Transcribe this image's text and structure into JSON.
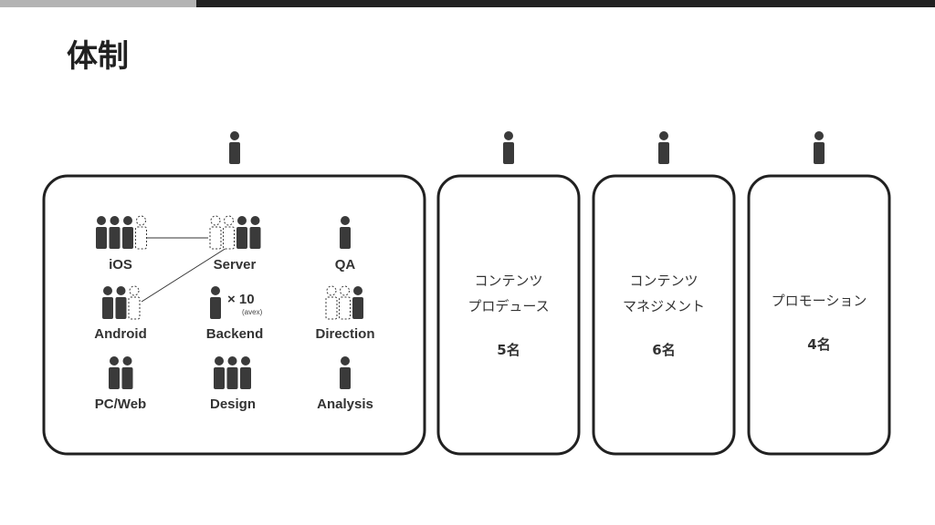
{
  "slide": {
    "title": "体制",
    "progress": 0.21
  },
  "colors": {
    "ink": "#3a3a3a",
    "frame": "#212121",
    "topbar": "#212121",
    "progress": "#b3b3b3"
  },
  "dev_group": {
    "roles": [
      {
        "key": "ios",
        "label": "iOS",
        "solid": 3,
        "dashed": 1
      },
      {
        "key": "server",
        "label": "Server",
        "solid": 2,
        "dashed": 2
      },
      {
        "key": "qa",
        "label": "QA",
        "solid": 1,
        "dashed": 0
      },
      {
        "key": "android",
        "label": "Android",
        "solid": 2,
        "dashed": 1
      },
      {
        "key": "backend",
        "label": "Backend",
        "solid": 1,
        "dashed": 0,
        "multiplier": "× 10",
        "note": "(avex)"
      },
      {
        "key": "direction",
        "label": "Direction",
        "solid": 1,
        "dashed": 2
      },
      {
        "key": "pcweb",
        "label": "PC/Web",
        "solid": 2,
        "dashed": 0
      },
      {
        "key": "design",
        "label": "Design",
        "solid": 3,
        "dashed": 0
      },
      {
        "key": "analysis",
        "label": "Analysis",
        "solid": 1,
        "dashed": 0
      }
    ]
  },
  "teams": [
    {
      "key": "content-produce",
      "line1": "コンテンツ",
      "line2": "プロデュース",
      "count": "5名"
    },
    {
      "key": "content-manage",
      "line1": "コンテンツ",
      "line2": "マネジメント",
      "count": "6名"
    },
    {
      "key": "promotion",
      "line1": "プロモーション",
      "line2": "",
      "count": "4名"
    }
  ]
}
